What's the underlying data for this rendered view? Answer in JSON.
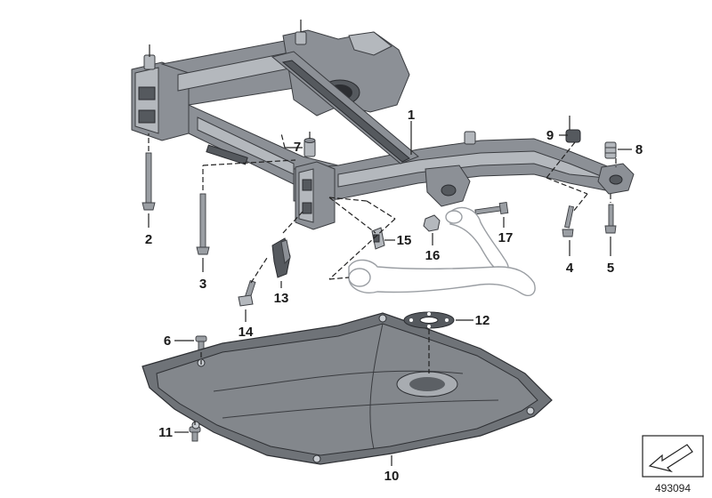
{
  "diagram": {
    "callouts": [
      "1",
      "2",
      "3",
      "4",
      "5",
      "6",
      "7",
      "8",
      "9",
      "10",
      "11",
      "12",
      "13",
      "14",
      "15",
      "16",
      "17"
    ],
    "document_number": "493094",
    "colors": {
      "frame": "#8c9096",
      "underbody_shield": "#6f7378",
      "control_arm": "#ffffff",
      "lines": "#222222"
    }
  }
}
